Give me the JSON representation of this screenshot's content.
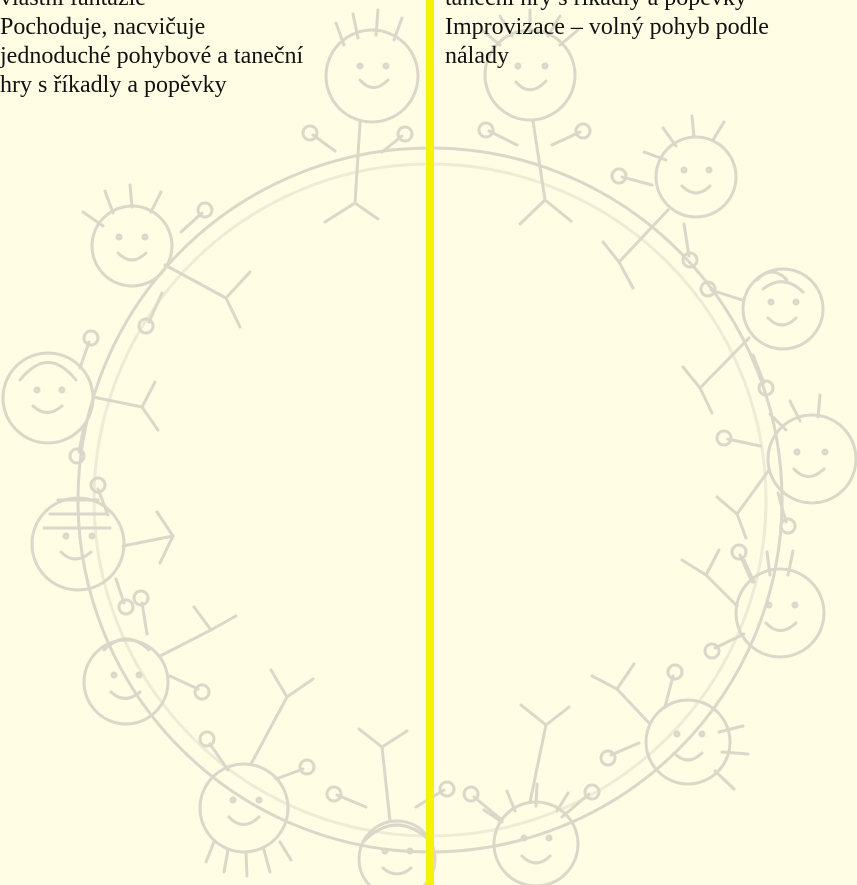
{
  "document": {
    "left_column": {
      "lines": [
        "vlastní fantazie",
        "Pochoduje, nacvičuje",
        "jednoduché pohybové a taneční",
        "hry s říkadly a popěvky"
      ]
    },
    "right_column": {
      "lines": [
        "taneční hry s říkadly a popěvky",
        "Improvizace – volný pohyb podle",
        "nálady"
      ]
    },
    "colors": {
      "page_background": "#fffde4",
      "divider": "#f6f10d",
      "illustration_stroke": "#d9d7c6",
      "text": "#111111"
    }
  }
}
